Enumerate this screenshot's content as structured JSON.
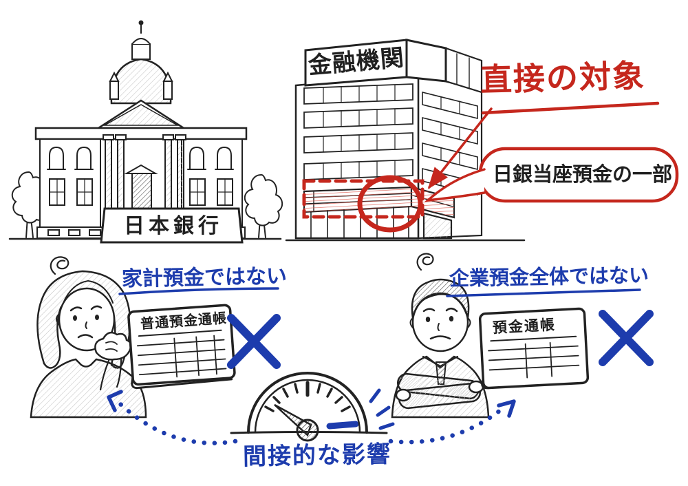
{
  "buildings": {
    "boj": {
      "sign": "日本銀行"
    },
    "financial": {
      "sign": "金融機関"
    }
  },
  "annotations": {
    "direct_target": "直接の対象",
    "bubble": "日銀当座預金の一部"
  },
  "household": {
    "caption": "家計預金ではない",
    "passbook": "普通預金通帳",
    "cross": "×"
  },
  "corporate": {
    "caption": "企業預金全体ではない",
    "passbook": "預金通帳",
    "cross": "×"
  },
  "gauge": {
    "caption": "間接的な影響"
  },
  "colors": {
    "ink": "#222222",
    "red": "#c5271d",
    "blue": "#1d3cad",
    "paper": "#ffffff"
  }
}
